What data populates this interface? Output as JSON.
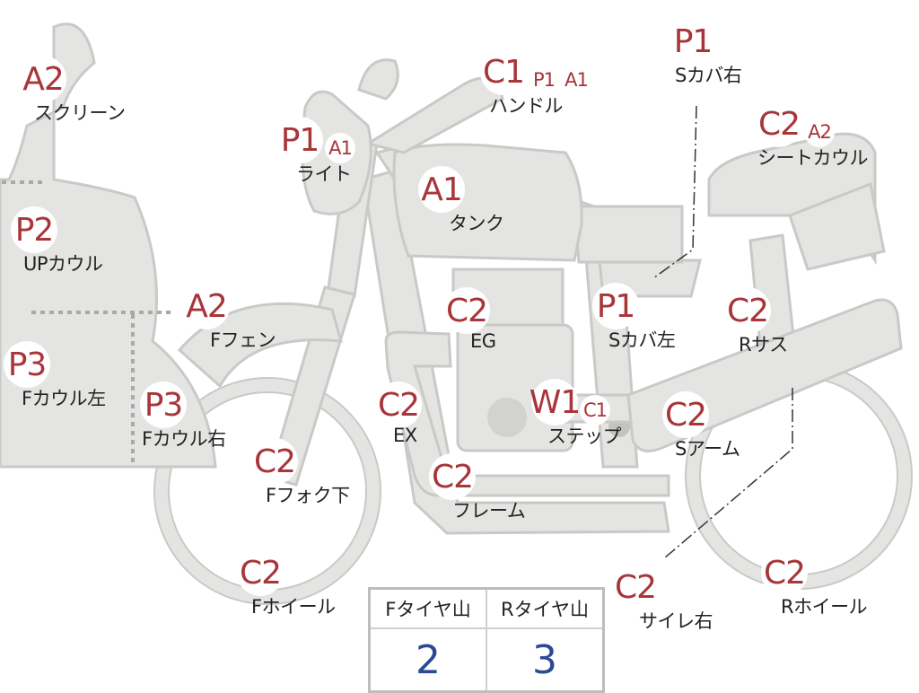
{
  "parts": [
    {
      "id": "screen",
      "grades": [
        "A2"
      ],
      "caption": "スクリーン"
    },
    {
      "id": "up-cowl",
      "grades": [
        "P2"
      ],
      "caption": "UPカウル"
    },
    {
      "id": "f-cowl-left",
      "grades": [
        "P3"
      ],
      "caption": "Fカウル左"
    },
    {
      "id": "f-cowl-right",
      "grades": [
        "P3"
      ],
      "caption": "Fカウル右"
    },
    {
      "id": "light",
      "grades": [
        "P1",
        "A1"
      ],
      "caption": "ライト"
    },
    {
      "id": "handle",
      "grades": [
        "C1",
        "P1",
        "A1"
      ],
      "caption": "ハンドル"
    },
    {
      "id": "tank",
      "grades": [
        "A1"
      ],
      "caption": "タンク"
    },
    {
      "id": "s-cover-right",
      "grades": [
        "P1"
      ],
      "caption": "Sカバ右"
    },
    {
      "id": "seat-cowl",
      "grades": [
        "C2",
        "A2"
      ],
      "caption": "シートカウル"
    },
    {
      "id": "f-fender",
      "grades": [
        "A2"
      ],
      "caption": "Fフェン"
    },
    {
      "id": "engine",
      "grades": [
        "C2"
      ],
      "caption": "EG"
    },
    {
      "id": "s-cover-left",
      "grades": [
        "P1"
      ],
      "caption": "Sカバ左"
    },
    {
      "id": "r-suspension",
      "grades": [
        "C2"
      ],
      "caption": "Rサス"
    },
    {
      "id": "exhaust",
      "grades": [
        "C2"
      ],
      "caption": "EX"
    },
    {
      "id": "step",
      "grades": [
        "W1",
        "C1"
      ],
      "caption": "ステップ"
    },
    {
      "id": "swing-arm",
      "grades": [
        "C2"
      ],
      "caption": "Sアーム"
    },
    {
      "id": "f-fork-lower",
      "grades": [
        "C2"
      ],
      "caption": "Fフォク下"
    },
    {
      "id": "frame",
      "grades": [
        "C2"
      ],
      "caption": "フレーム"
    },
    {
      "id": "f-wheel",
      "grades": [
        "C2"
      ],
      "caption": "Fホイール"
    },
    {
      "id": "muffler-right",
      "grades": [
        "C2"
      ],
      "caption": "サイレ右"
    },
    {
      "id": "r-wheel",
      "grades": [
        "C2"
      ],
      "caption": "Rホイール"
    }
  ],
  "tire_table": {
    "headers": [
      "Fタイヤ山",
      "Rタイヤ山"
    ],
    "values": [
      "2",
      "3"
    ]
  },
  "colors": {
    "part_fill": "#e4e4e2",
    "grade_text": "#a8353a",
    "tire_value": "#2b4a93"
  }
}
